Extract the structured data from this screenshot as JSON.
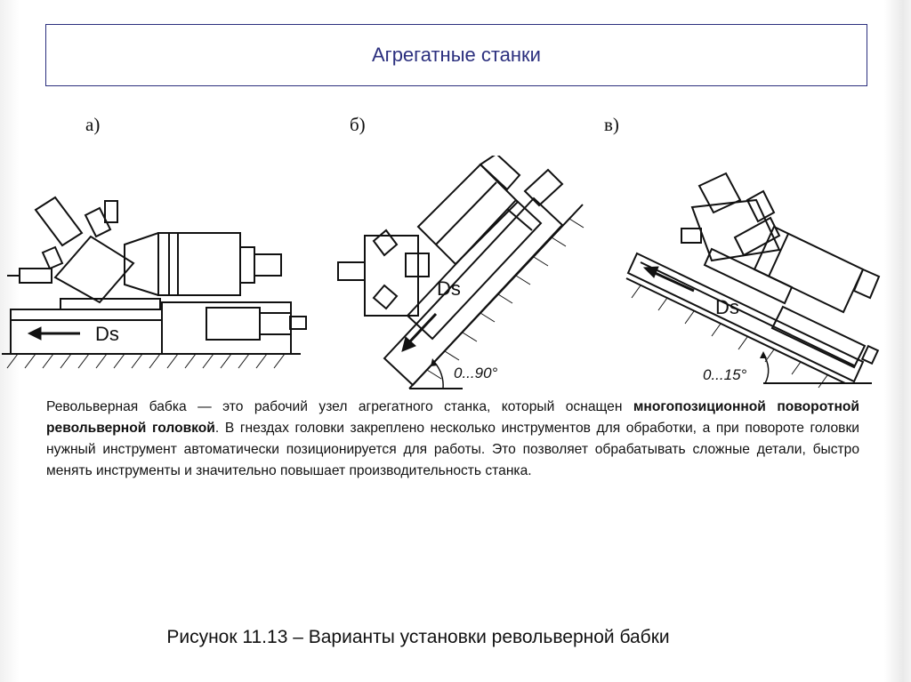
{
  "title": "Агрегатные станки",
  "labels": {
    "a": "а)",
    "b": "б)",
    "v": "в)"
  },
  "figure_a": {
    "feed_label": "Ds"
  },
  "figure_b": {
    "feed_label": "Ds",
    "angle_label": "0...90°"
  },
  "figure_v": {
    "feed_label": "Ds",
    "angle_label": "0...15°"
  },
  "description": {
    "part1": "Револьверная бабка — это рабочий узел агрегатного станка, который оснащен ",
    "bold": "многопозиционной поворотной револьверной головкой",
    "part2": ". В гнездах головки закреплено несколько инструментов для обработки, а при повороте головки нужный инструмент автоматически позиционируется для работы. Это позволяет обрабатывать сложные детали, быстро менять инструменты и значительно повышает производительность станка."
  },
  "caption": "Рисунок 11.13 – Варианты установки револьверной бабки"
}
